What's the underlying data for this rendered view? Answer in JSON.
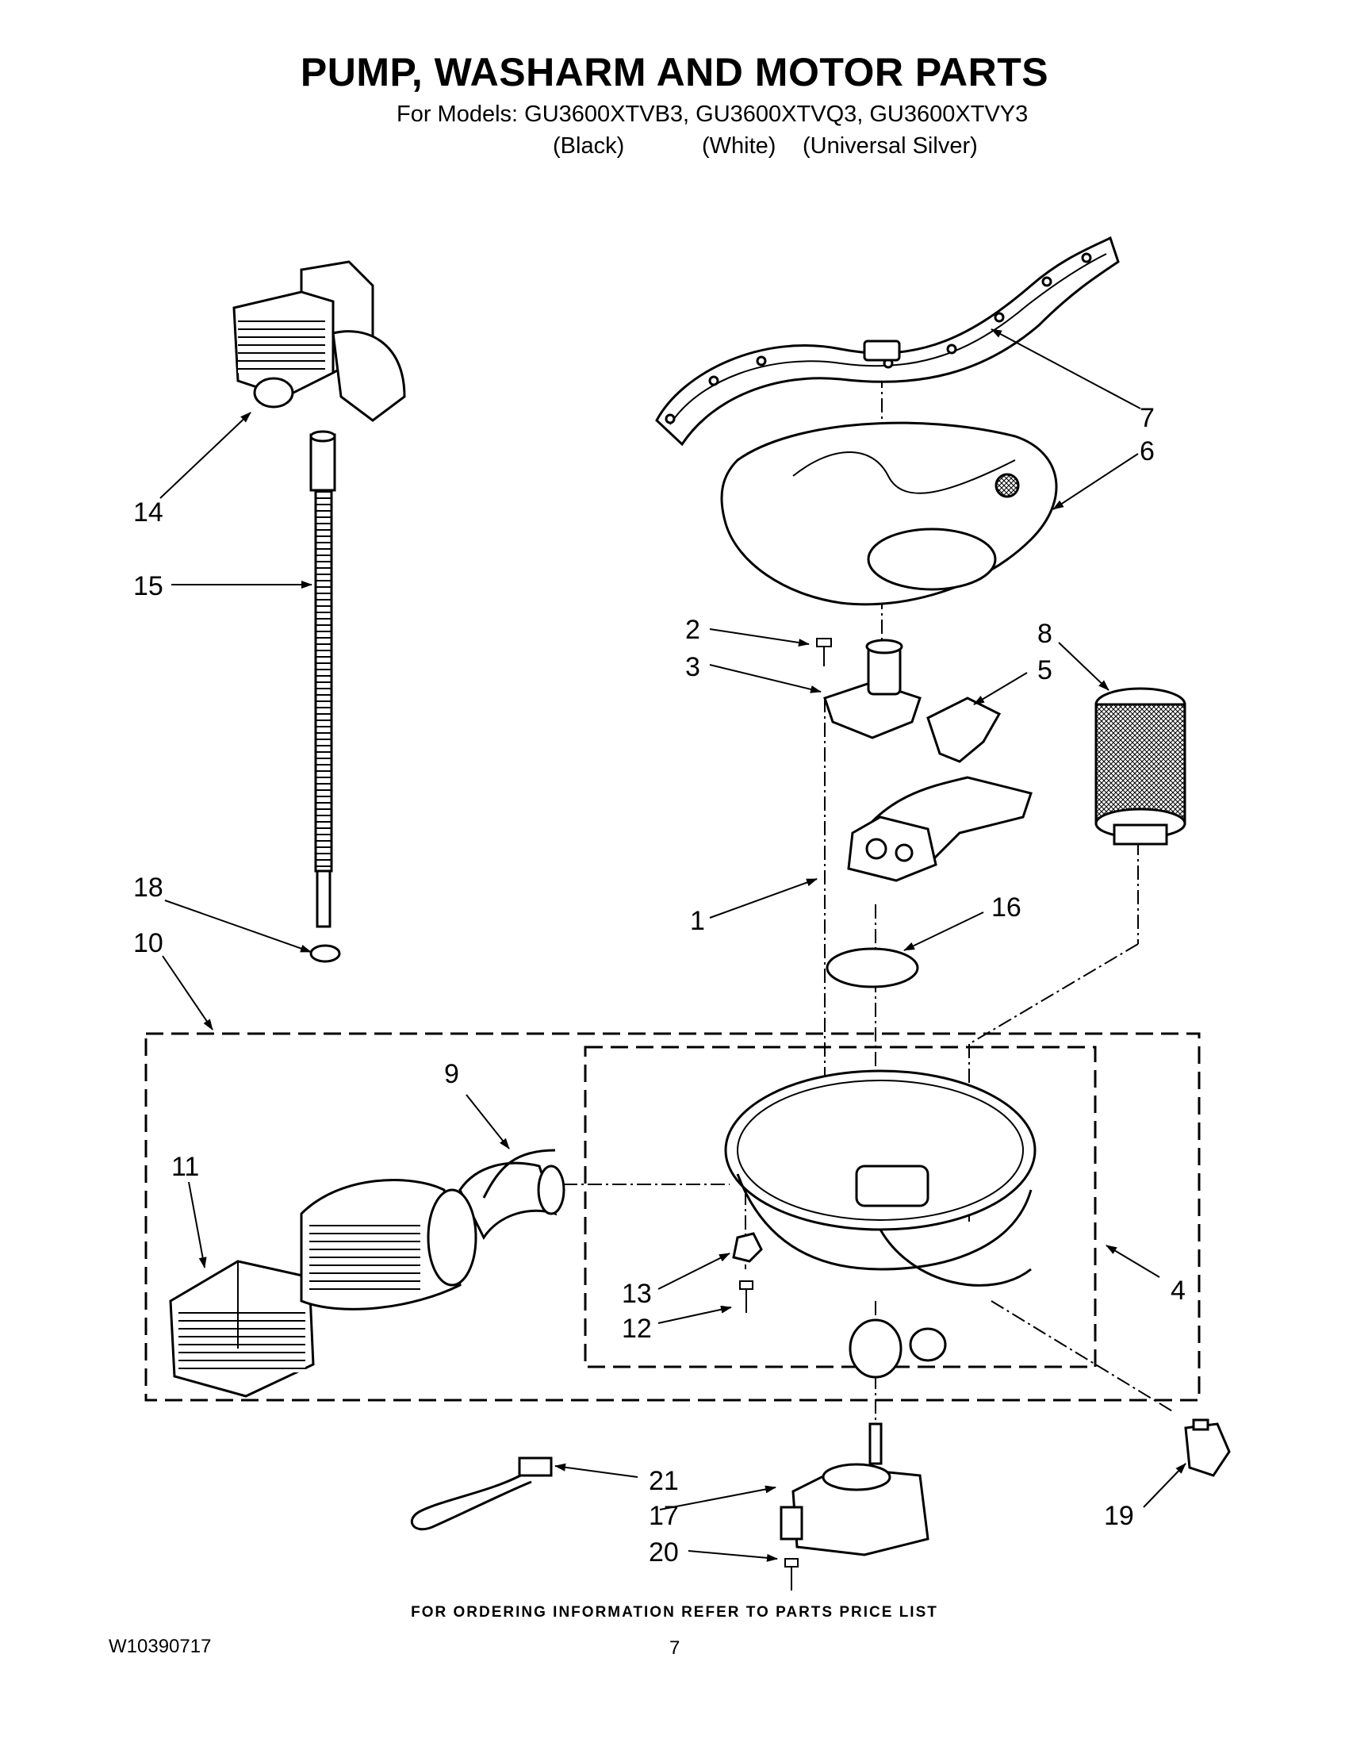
{
  "title": "PUMP, WASHARM AND MOTOR PARTS",
  "models_line": "For Models: GU3600XTVB3, GU3600XTVQ3, GU3600XTVY3",
  "model_variants": [
    "(Black)",
    "(White)",
    "(Universal Silver)"
  ],
  "callouts": {
    "c1": "1",
    "c2": "2",
    "c3": "3",
    "c4": "4",
    "c5": "5",
    "c6": "6",
    "c7": "7",
    "c8": "8",
    "c9": "9",
    "c10": "10",
    "c11": "11",
    "c12": "12",
    "c13": "13",
    "c14": "14",
    "c15": "15",
    "c16": "16",
    "c17": "17",
    "c18": "18",
    "c19": "19",
    "c20": "20",
    "c21": "21"
  },
  "footer_note": "FOR ORDERING INFORMATION REFER TO PARTS PRICE LIST",
  "document_number": "W10390717",
  "page_number": "7"
}
